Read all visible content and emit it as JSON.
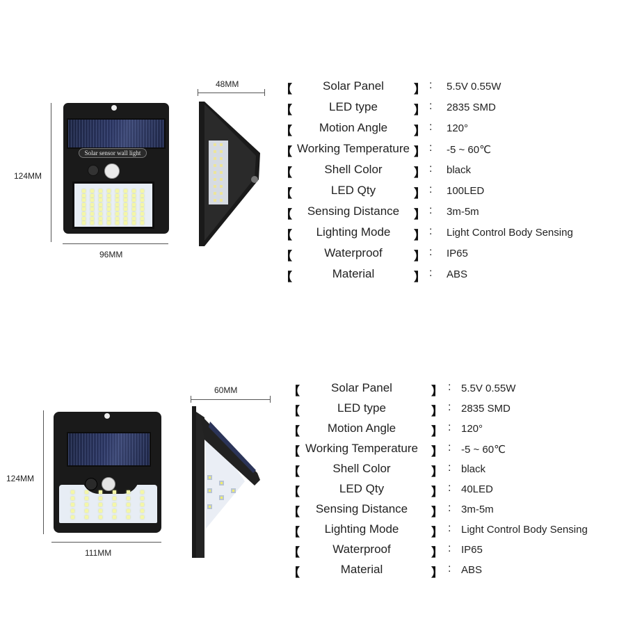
{
  "products": [
    {
      "dimensions": {
        "height": "124MM",
        "width": "96MM",
        "depth": "48MM"
      },
      "front_badge": "Solar sensor wall light",
      "specs": [
        {
          "label": "Solar Panel",
          "value": "5.5V   0.55W"
        },
        {
          "label": "LED type",
          "value": "2835 SMD"
        },
        {
          "label": "Motion Angle",
          "value": "120°"
        },
        {
          "label": "Working Temperature",
          "value": "-5 ~ 60℃"
        },
        {
          "label": "Shell Color",
          "value": "black"
        },
        {
          "label": "LED Qty",
          "value": "100LED"
        },
        {
          "label": "Sensing Distance",
          "value": "3m-5m"
        },
        {
          "label": "Lighting Mode",
          "value": "Light Control Body Sensing"
        },
        {
          "label": "Waterproof",
          "value": "IP65"
        },
        {
          "label": "Material",
          "value": "ABS"
        }
      ]
    },
    {
      "dimensions": {
        "height": "124MM",
        "width": "111MM",
        "depth": "60MM"
      },
      "specs": [
        {
          "label": "Solar Panel",
          "value": "5.5V   0.55W"
        },
        {
          "label": "LED type",
          "value": "2835 SMD"
        },
        {
          "label": "Motion Angle",
          "value": "120°"
        },
        {
          "label": "Working Temperature",
          "value": "-5 ~ 60℃"
        },
        {
          "label": "Shell Color",
          "value": "black"
        },
        {
          "label": "LED Qty",
          "value": "40LED"
        },
        {
          "label": "Sensing Distance",
          "value": "3m-5m"
        },
        {
          "label": "Lighting Mode",
          "value": "Light Control Body Sensing"
        },
        {
          "label": "Waterproof",
          "value": "IP65"
        },
        {
          "label": "Material",
          "value": "ABS"
        }
      ]
    }
  ],
  "symbols": {
    "bracket_left": "【",
    "bracket_right": "】",
    "colon": ":"
  }
}
